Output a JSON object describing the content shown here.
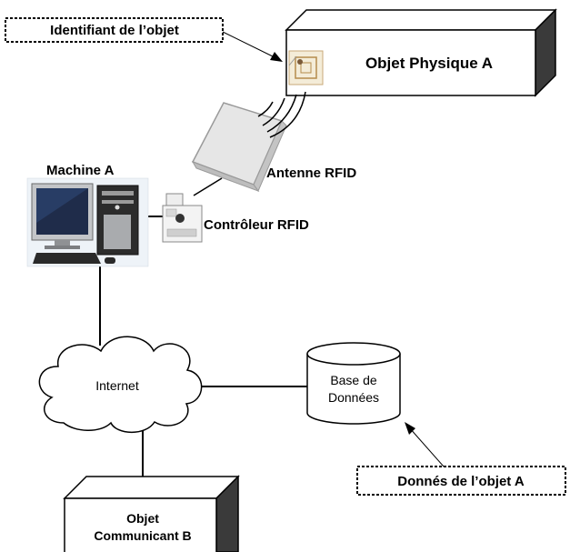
{
  "labels": {
    "identifiant": "Identifiant de l’objet",
    "objet_physique": "Objet Physique A",
    "machine": "Machine A",
    "antenne": "Antenne RFID",
    "controleur": "Contrôleur RFID",
    "internet": "Internet",
    "base_line1": "Base de",
    "base_line2": "Données",
    "donnes_objet": "Donnés de l’objet A",
    "objet_comm_line1": "Objet",
    "objet_comm_line2": "Communicant B"
  }
}
